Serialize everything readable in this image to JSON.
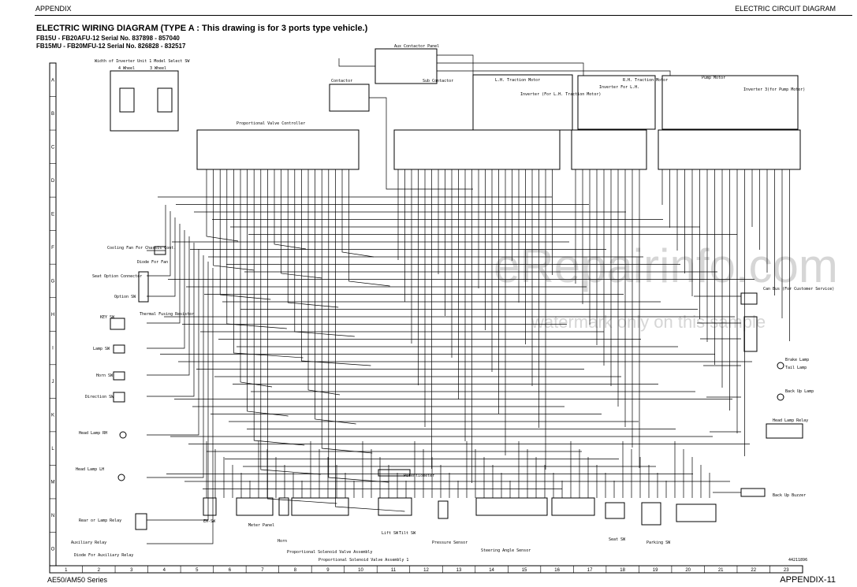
{
  "header": {
    "left": "APPENDIX",
    "right": "ELECTRIC CIRCUIT DIAGRAM"
  },
  "title": "ELECTRIC WIRING DIAGRAM  (TYPE A : This drawing is for 3 ports type vehicle.)",
  "serials": [
    "FB15U - FB20AFU-12 Serial No. 837898 - 857040",
    "FB15MU - FB20MFU-12 Serial No. 826828 - 832517"
  ],
  "footer": {
    "left": "AE50/AM50 Series",
    "right": "APPENDIX-11",
    "drawing_number": "44211896"
  },
  "row_labels": [
    "A",
    "B",
    "C",
    "D",
    "E",
    "F",
    "G",
    "H",
    "I",
    "J",
    "K",
    "L",
    "M",
    "N",
    "O"
  ],
  "column_labels": [
    "1",
    "2",
    "3",
    "4",
    "5",
    "6",
    "7",
    "8",
    "9",
    "10",
    "11",
    "12",
    "13",
    "14",
    "15",
    "16",
    "17",
    "18",
    "19",
    "20",
    "21",
    "22",
    "23"
  ],
  "watermark": {
    "main": "eRepairinfo.com",
    "sub": "watermark only on this sample"
  },
  "labels": {
    "aux_panel": "Aux Contactor Panel",
    "contactor": "Contactor",
    "lh_motor": "L.H. Traction Motor",
    "rh_motor": "R.H. Traction Motor",
    "pump_motor": "Pump Motor",
    "inverter_lh": "Inverter (For L.H. Traction Motor)",
    "inverter_rh": "Inverter For L.H.",
    "inverter_pump": "Inverter 3(for Pump Motor)",
    "proportional_valve": "Proportional Valve Controller",
    "cooling_fan": "Cooling Fan For Chassis Cont.",
    "diode": "Diode For Fan",
    "seat_option": "Seat Option Connector",
    "option_sw": "Option SW",
    "key_sw": "KEY SW",
    "thermal_fuse": "Thermal Fusing Resistor",
    "lamp_sw": "Lamp SW",
    "horn_sw": "Horn SW",
    "direction_sw": "Direction SW",
    "head_lamp_rh": "Head Lamp RH",
    "head_lamp_lh": "Head Lamp LH",
    "head_lamp_relay": "Head Lamp Relay",
    "can_bus": "Can Bus (For Customer Service)",
    "brake_lamp": "Brake Lamp",
    "tail_lamp": "Tail Lamp",
    "back_up_lamp": "Back Up Lamp",
    "back_up_buzzer": "Back Up Buzzer",
    "potentiometer": "Potentiometer",
    "horn": "Horn",
    "meter_panel": "Meter Panel",
    "em_sw": "EM-SW",
    "lift_sw": "Lift SW",
    "tilt_sw": "Tilt SW",
    "pressure_sensor": "Pressure Sensor",
    "steering_sensor": "Steering Angle Sensor",
    "seat_sw": "Seat SW",
    "parking_sw": "Parking SW",
    "width_l_wheel": "Width of Inverter Unit 1 Model Select SW",
    "four_wheel": "4 Wheel",
    "three_wheel": "3 Wheel",
    "rear_lamp_relay": "Rear or Lamp Relay",
    "aux_relay": "Auxiliary Relay",
    "diode_aux": "Diode For Auxiliary Relay",
    "prop_solenoid_1": "Proportional Solenoid Valve Assembly",
    "prop_solenoid_2": "Proportional Solenoid Valve Assembly 1",
    "sub_contactor": "Sub Contactor"
  }
}
